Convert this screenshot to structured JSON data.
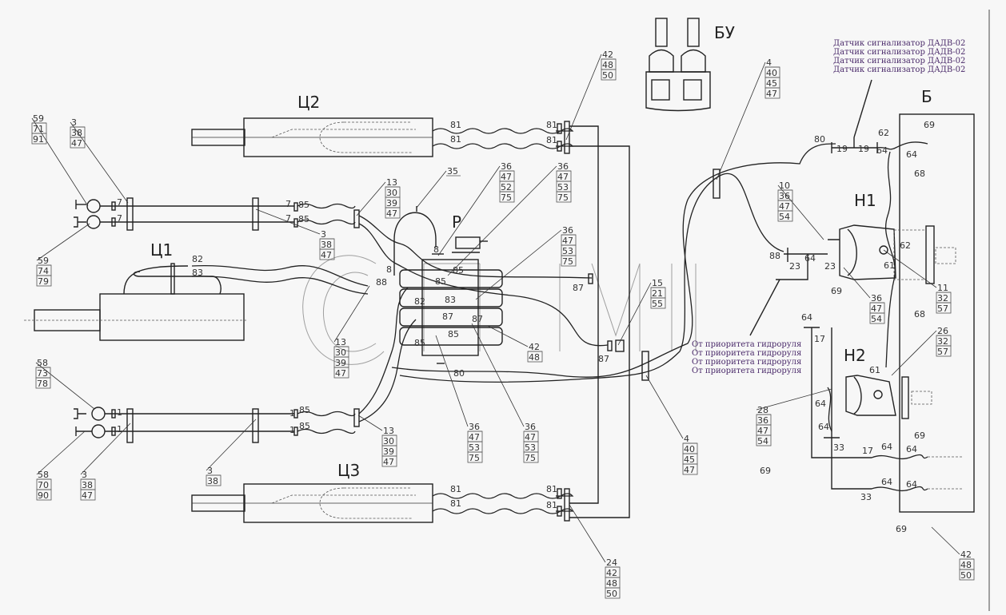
{
  "components": {
    "c1": "Ц1",
    "c2": "Ц2",
    "c3": "Ц3",
    "r": "Р",
    "bu": "БУ",
    "b": "Б",
    "n1": "Н1",
    "n2": "Н2"
  },
  "notes": {
    "sensor": [
      "Датчик сигнализатор ДАДВ-02",
      "Датчик сигнализатор ДАДВ-02",
      "Датчик сигнализатор ДАДВ-02",
      "Датчик сигнализатор ДАДВ-02"
    ],
    "priority": [
      "От приоритета гидроруля",
      "От приоритета гидроруля",
      "От приоритета гидроруля",
      "От приоритета гидроруля"
    ]
  },
  "callouts": [
    {
      "id": "tl-59-71-91",
      "items": [
        "59",
        "71",
        "91"
      ]
    },
    {
      "id": "tl-3-38-47",
      "items": [
        "3",
        "38",
        "47"
      ]
    },
    {
      "id": "mid-3-38-47",
      "items": [
        "3",
        "38",
        "47"
      ]
    },
    {
      "id": "ml-59-74-79",
      "items": [
        "59",
        "74",
        "79"
      ]
    },
    {
      "id": "top-13",
      "items": [
        "13",
        "30",
        "39",
        "47"
      ]
    },
    {
      "id": "mid-13",
      "items": [
        "13",
        "30",
        "39",
        "47"
      ]
    },
    {
      "id": "bot-13",
      "items": [
        "13",
        "30",
        "39",
        "47"
      ]
    },
    {
      "id": "c35",
      "items": [
        "35"
      ]
    },
    {
      "id": "c36-52",
      "items": [
        "36",
        "47",
        "52",
        "75"
      ]
    },
    {
      "id": "c36-53-a",
      "items": [
        "36",
        "47",
        "53",
        "75"
      ]
    },
    {
      "id": "c36-53-b",
      "items": [
        "36",
        "47",
        "53",
        "75"
      ]
    },
    {
      "id": "c36-53-c",
      "items": [
        "36",
        "47",
        "53",
        "75"
      ]
    },
    {
      "id": "c36-53-d",
      "items": [
        "36",
        "47",
        "53",
        "75"
      ]
    },
    {
      "id": "c42-48",
      "items": [
        "42",
        "48"
      ]
    },
    {
      "id": "c42-48-50-top",
      "items": [
        "42",
        "48",
        "50"
      ]
    },
    {
      "id": "c15",
      "items": [
        "15",
        "21",
        "55"
      ]
    },
    {
      "id": "c4-top",
      "items": [
        "4",
        "40",
        "45",
        "47"
      ]
    },
    {
      "id": "c4-bot",
      "items": [
        "4",
        "40",
        "45",
        "47"
      ]
    },
    {
      "id": "bl-58-73-78",
      "items": [
        "58",
        "73",
        "78"
      ]
    },
    {
      "id": "bl-58-70-90",
      "items": [
        "58",
        "70",
        "90"
      ]
    },
    {
      "id": "bl-3-38-47",
      "items": [
        "3",
        "38",
        "47"
      ]
    },
    {
      "id": "bl-3-38",
      "items": [
        "3",
        "38"
      ]
    },
    {
      "id": "c24",
      "items": [
        "24",
        "42",
        "48",
        "50"
      ]
    },
    {
      "id": "c10",
      "items": [
        "10",
        "36",
        "47",
        "54"
      ]
    },
    {
      "id": "c36-54",
      "items": [
        "36",
        "47",
        "54"
      ]
    },
    {
      "id": "c11",
      "items": [
        "11",
        "32",
        "57"
      ]
    },
    {
      "id": "c26",
      "items": [
        "26",
        "32",
        "57"
      ]
    },
    {
      "id": "c28",
      "items": [
        "28",
        "36",
        "47",
        "54"
      ]
    },
    {
      "id": "c42-48-50-br",
      "items": [
        "42",
        "48",
        "50"
      ]
    }
  ],
  "part_labels": {
    "p7": "7",
    "p1": "1",
    "p85": "85",
    "p81": "81",
    "p82": "82",
    "p83": "83",
    "p87": "87",
    "p88": "88",
    "p8": "8",
    "p80": "80",
    "p19": "19",
    "p62": "62",
    "p64": "64",
    "p69": "69",
    "p68": "68",
    "p61": "61",
    "p23": "23",
    "p17": "17",
    "p33": "33"
  }
}
